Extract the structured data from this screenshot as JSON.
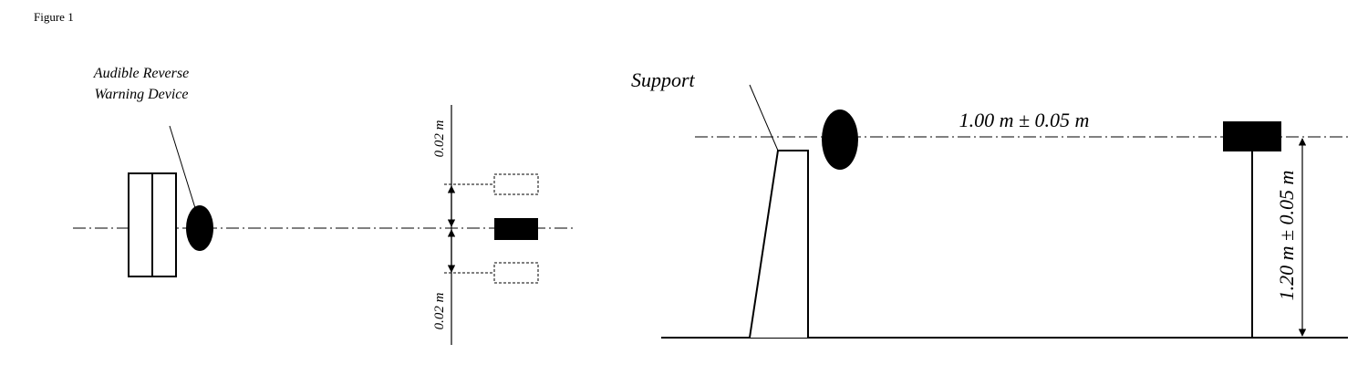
{
  "figure": {
    "caption": "Figure 1"
  },
  "plan_view": {
    "device_label_line1": "Audible Reverse",
    "device_label_line2": "Warning Device",
    "offset_top": "0.02 m",
    "offset_bottom": "0.02 m"
  },
  "side_view": {
    "support_label": "Support",
    "distance_label": "1.00 m ± 0.05 m",
    "height_label": "1.20 m ± 0.05 m"
  }
}
